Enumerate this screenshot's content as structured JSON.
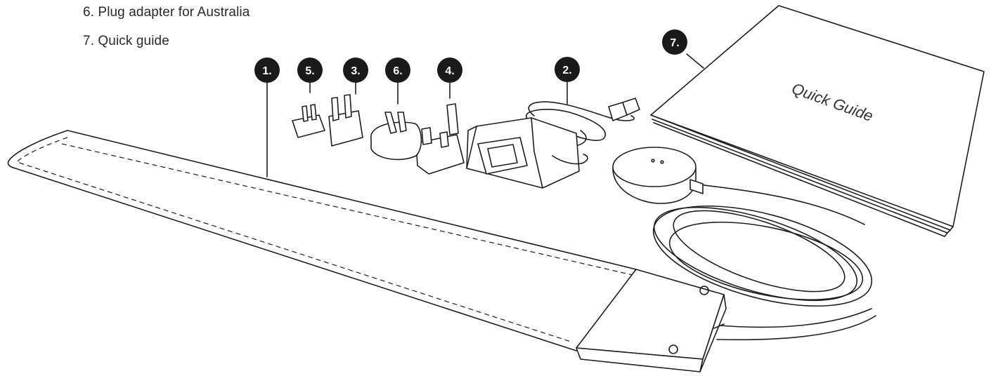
{
  "legend": {
    "item6": "6. Plug adapter for Australia",
    "item7": "7. Quick guide"
  },
  "badges": {
    "b1": "1.",
    "b2": "2.",
    "b3": "3.",
    "b4": "4.",
    "b5": "5.",
    "b6": "6.",
    "b7": "7."
  },
  "guide": {
    "cover_title": "Quick Guide"
  },
  "colors": {
    "badge": "#1a1a1a",
    "line": "#1e1e1e",
    "text": "#2b2b2b"
  }
}
